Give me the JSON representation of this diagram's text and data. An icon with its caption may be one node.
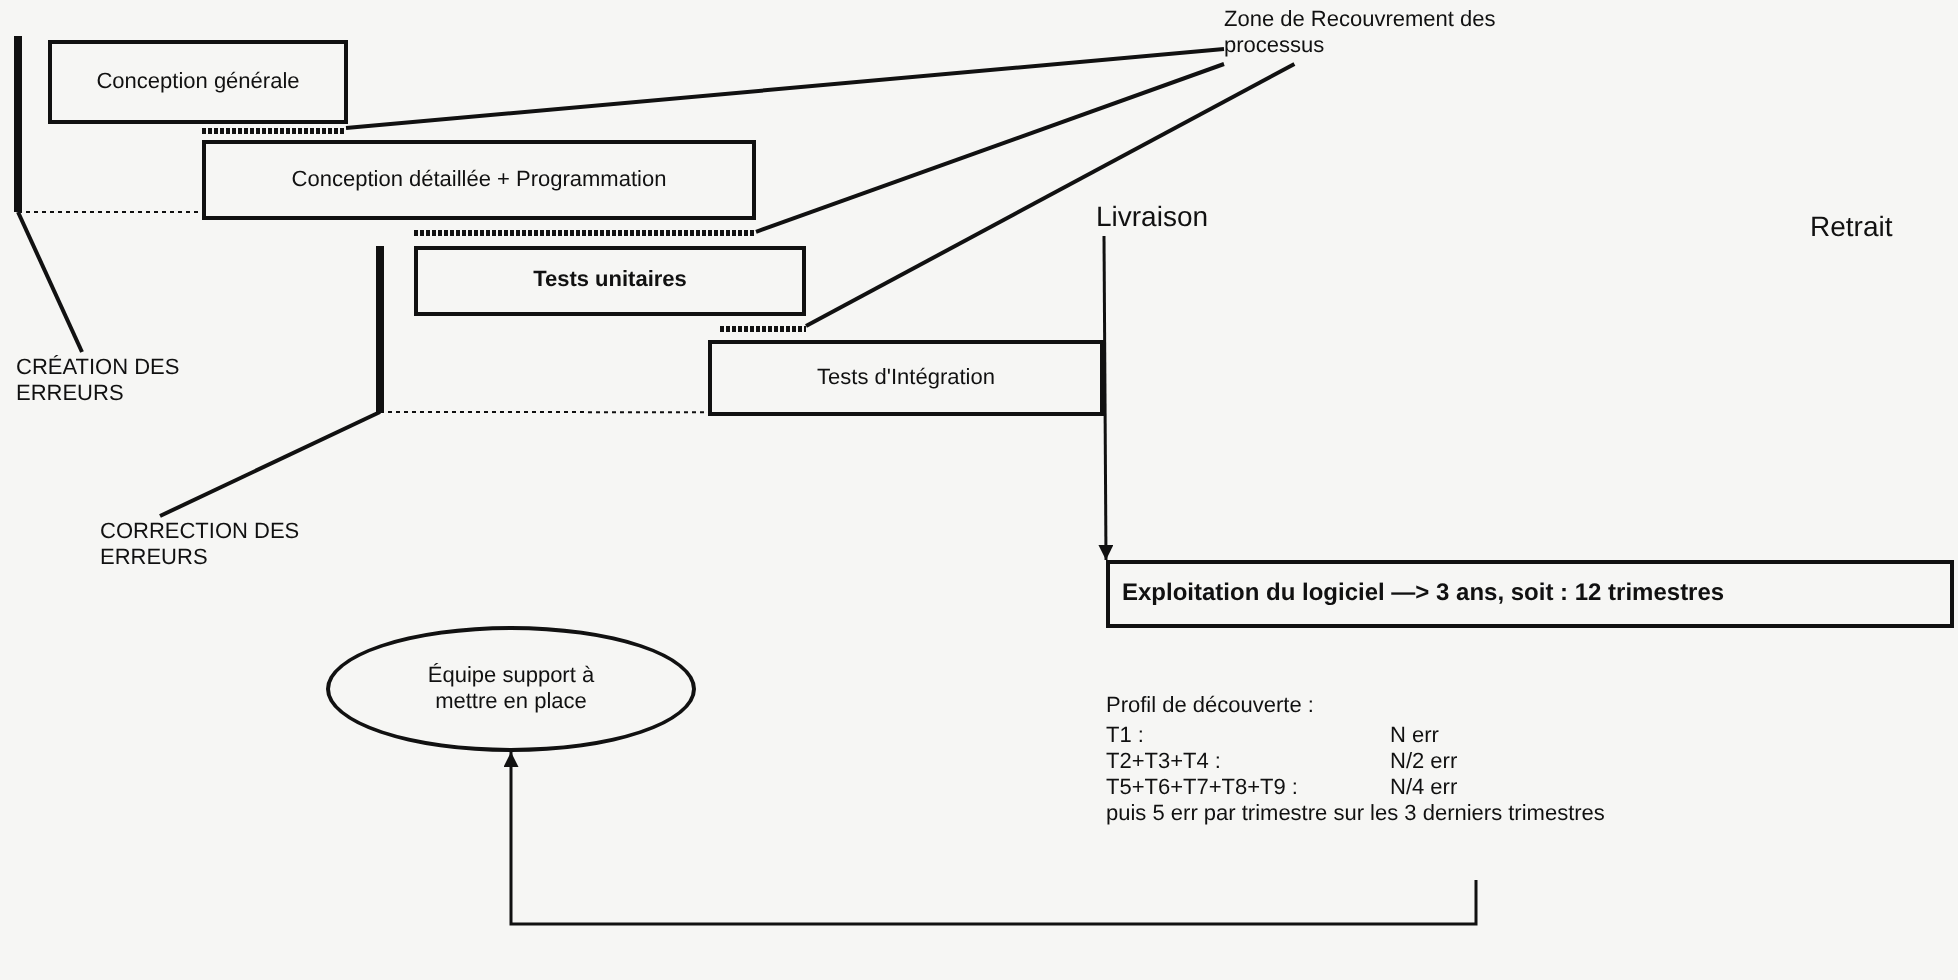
{
  "diagram": {
    "nodes": [
      {
        "text": [
          "Conception générale"
        ]
      },
      {
        "text": [
          "Conception détaillée + Programmation"
        ]
      },
      {
        "text": [
          "Tests unitaires"
        ]
      },
      {
        "text": [
          "Tests d'Intégration"
        ]
      },
      {
        "text": [
          "Livraison"
        ]
      },
      {
        "text": [
          "Retrait"
        ]
      },
      {
        "text": [
          "Exploitation du logiciel —> 3 ans, soit : 12 trimestres"
        ]
      },
      {
        "text": [
          "Équipe support à mettre en place"
        ]
      },
      {
        "text": [
          "Zone de Recouvrement des processus"
        ]
      },
      {
        "text": [
          "CRÉATION DES ERREURS"
        ]
      },
      {
        "text": [
          "CORRECTION DES ERREURS"
        ]
      },
      {
        "text": [],
        "shape": "bar"
      },
      {
        "text": [],
        "shape": "bar"
      },
      {
        "text": [],
        "shape": "bar"
      },
      {
        "text": [],
        "shape": "bar"
      },
      {
        "text": [],
        "shape": "bar"
      }
    ],
    "edges": [
      {
        "from": 4,
        "to": 6,
        "arrow": "to"
      },
      {
        "from": 8,
        "to": 11,
        "arrow": "none"
      },
      {
        "from": 8,
        "to": 13,
        "arrow": "none"
      },
      {
        "from": 8,
        "to": 15,
        "arrow": "none"
      },
      {
        "from": 9,
        "to": 12,
        "arrow": "none"
      },
      {
        "from": 10,
        "to": 14,
        "arrow": "none"
      },
      {
        "from": null,
        "to": 7,
        "arrow": "to"
      },
      {
        "from": 12,
        "to": 1,
        "arrow": "none",
        "style": "dashed"
      },
      {
        "from": 14,
        "to": 3,
        "arrow": "none",
        "style": "dashed"
      }
    ],
    "labels": [
      "Profil de découverte :",
      "T1 :",
      "N err",
      "T2+T3+T4 :",
      "N/2 err",
      "T5+T6+T7+T8+T9 :",
      "N/4 err",
      "puis 5 err par trimestre sur les 3 derniers trimestres"
    ]
  }
}
